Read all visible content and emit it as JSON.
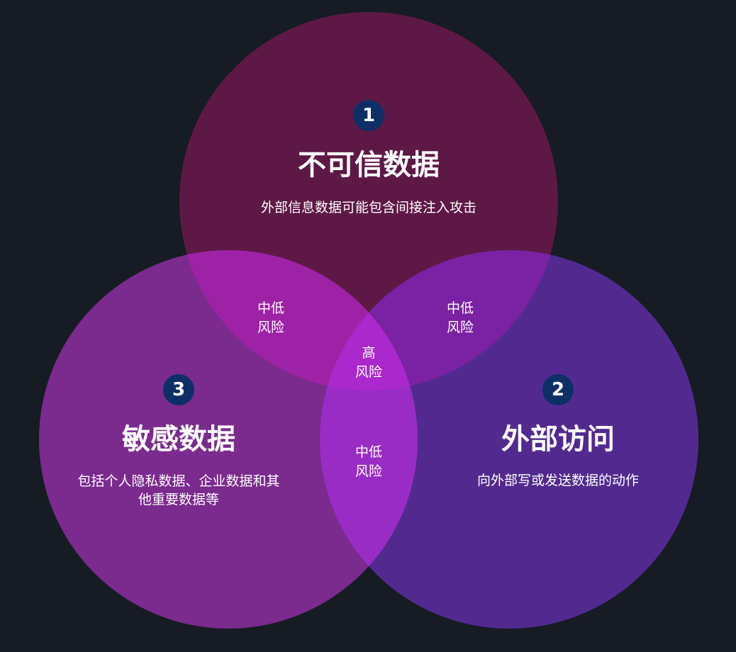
{
  "colors": {
    "background": "#161b24",
    "untrusted": "#5e1846",
    "sensitive": "#7b2a8e",
    "external": "#522a8f",
    "untrusted_sensitive": "#9e22a6",
    "untrusted_external": "#7a22a3",
    "sensitive_external": "#9a2cc6",
    "all_three": "#aa28cc",
    "badge": "#0e2f66"
  },
  "circles": [
    {
      "number": "1",
      "title": "不可信数据",
      "desc": [
        "外部信息数据可能包含间接注入攻击"
      ]
    },
    {
      "number": "2",
      "title": "外部访问",
      "desc": [
        "向外部写或发送数据的动作"
      ]
    },
    {
      "number": "3",
      "title": "敏感数据",
      "desc": [
        "包括个人隐私数据、企业数据和其",
        "他重要数据等"
      ]
    }
  ],
  "overlaps": {
    "untrusted_sensitive": [
      "中低",
      "风险"
    ],
    "untrusted_external": [
      "中低",
      "风险"
    ],
    "sensitive_external": [
      "中低",
      "风险"
    ],
    "all_three": [
      "高",
      "风险"
    ]
  }
}
